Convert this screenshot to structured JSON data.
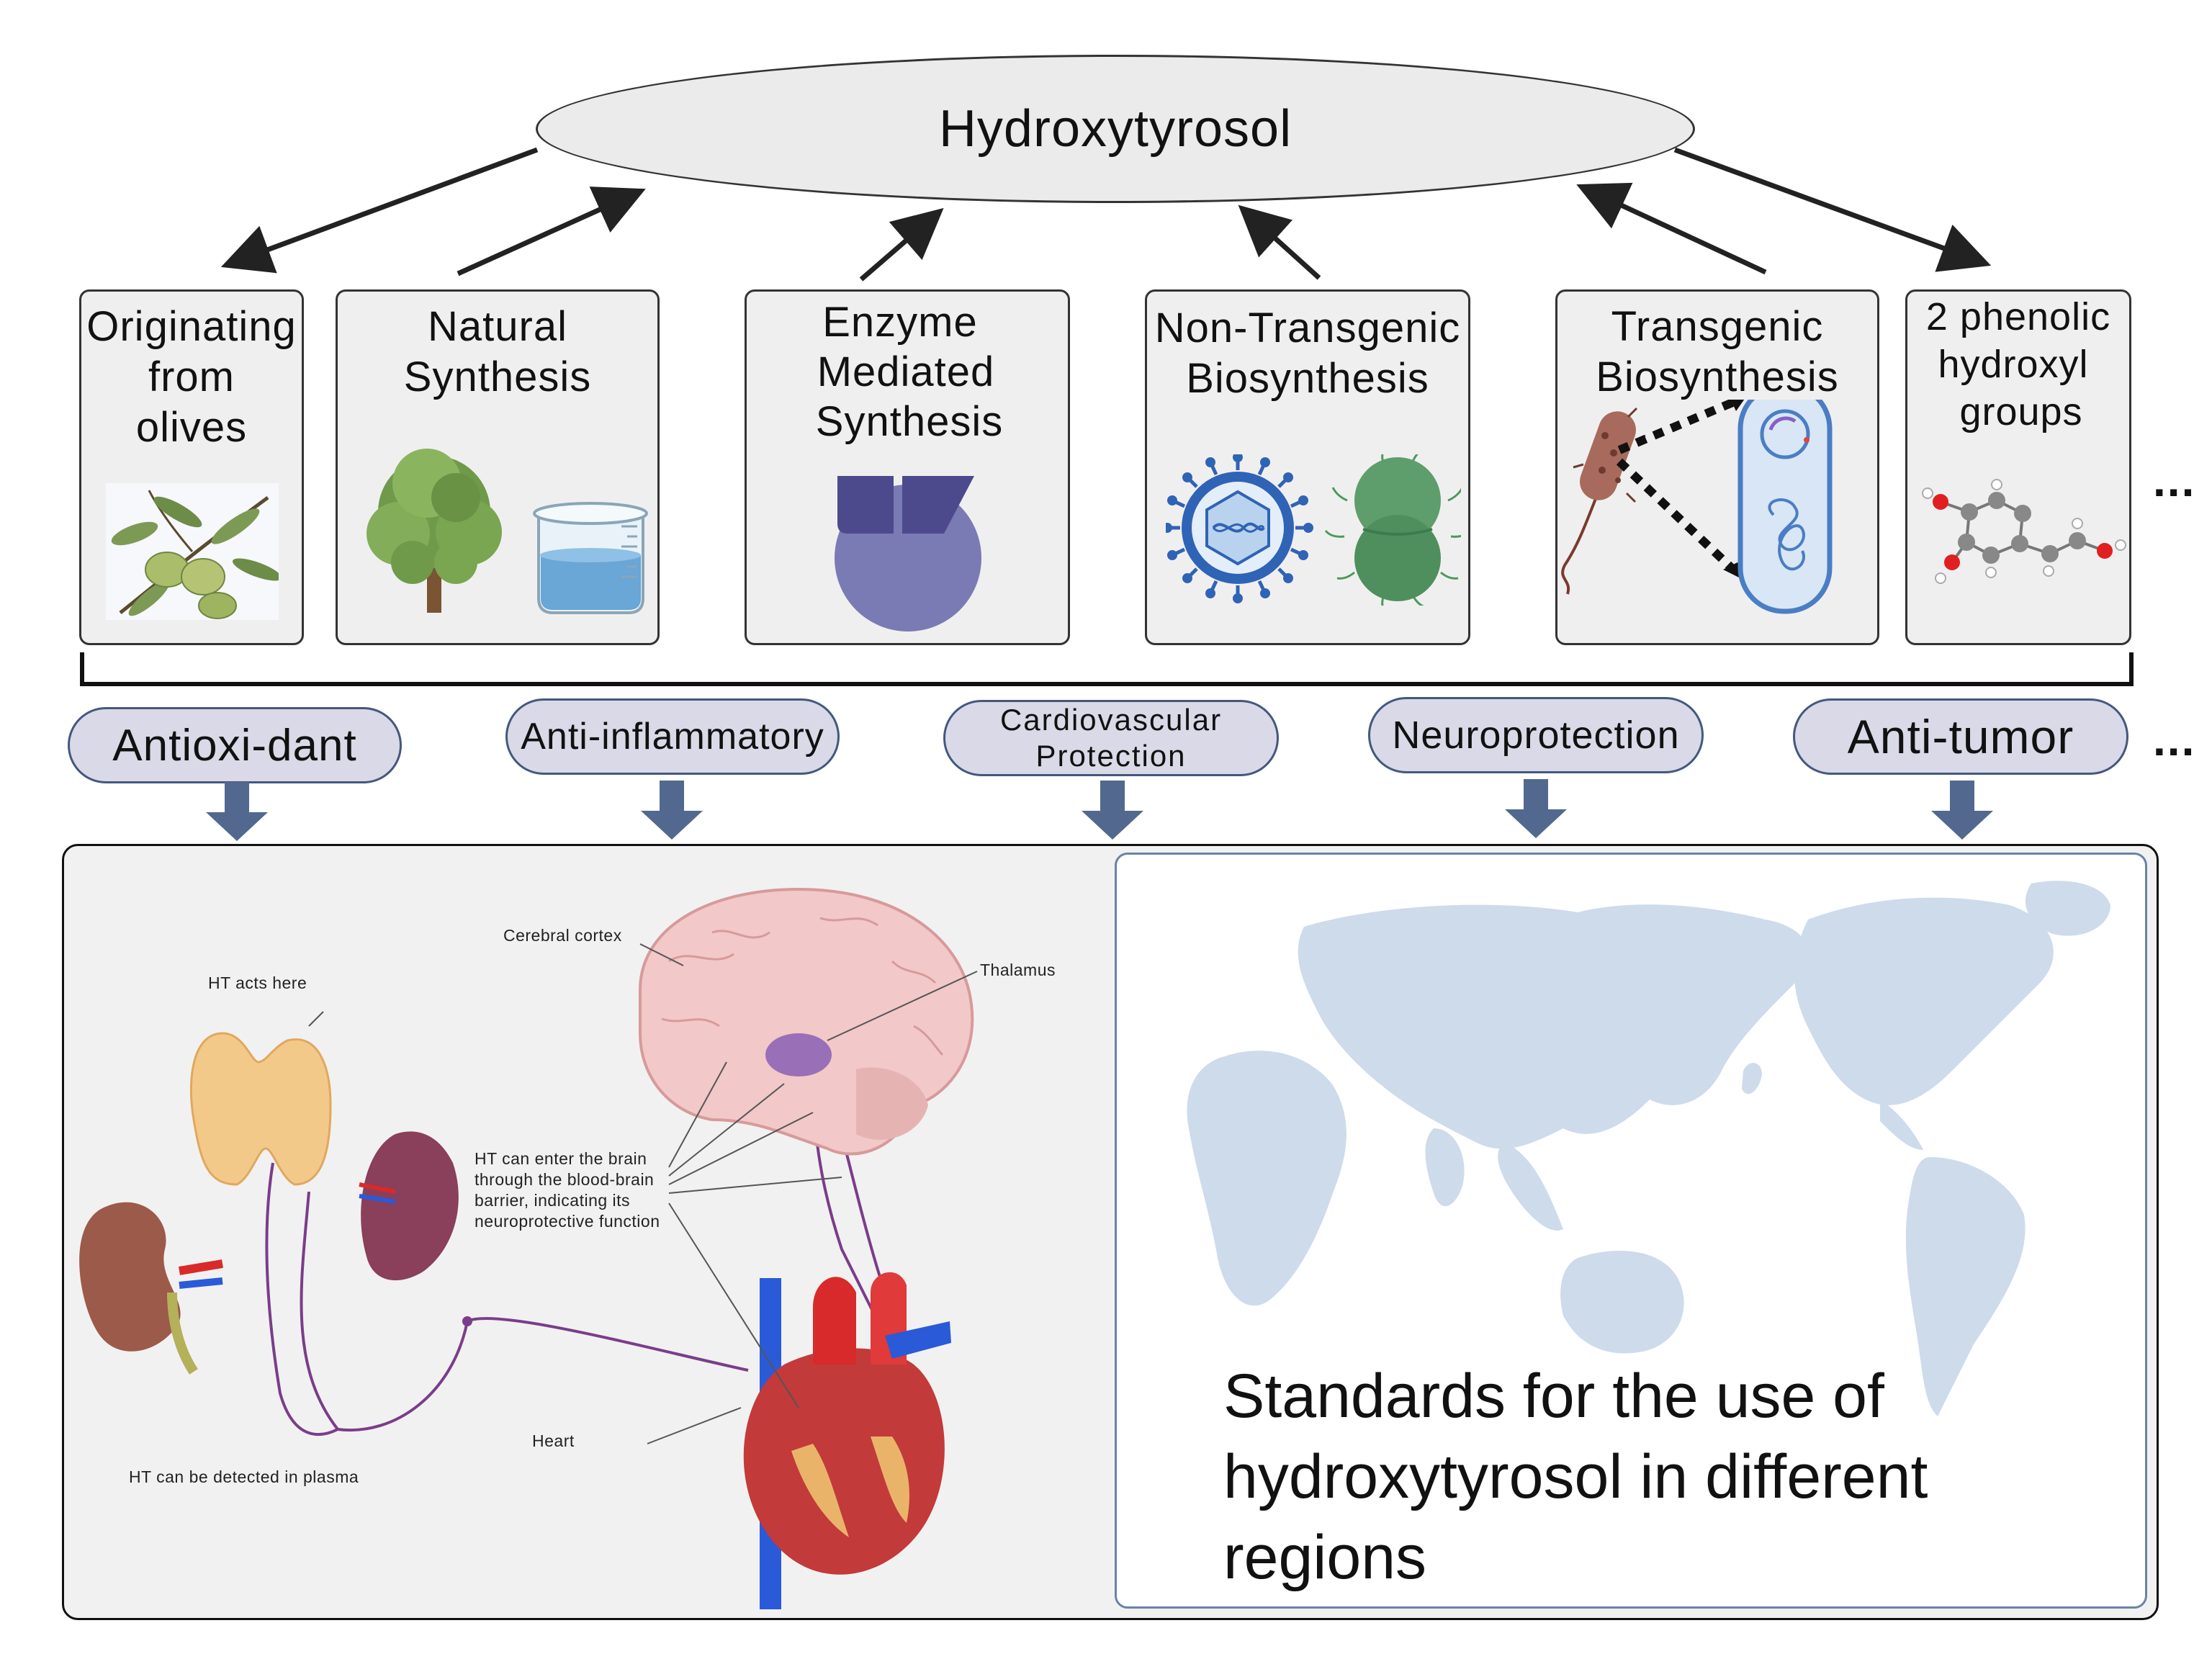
{
  "title": "Hydroxytyrosol",
  "sources": [
    {
      "label": "Originating from olives",
      "lines": [
        "Originating",
        "from",
        "olives"
      ]
    },
    {
      "label": "Natural Synthesis",
      "lines": [
        "Natural",
        "Synthesis"
      ]
    },
    {
      "label": "Enzyme Mediated Synthesis",
      "lines": [
        "Enzyme",
        "Mediated",
        "Synthesis"
      ]
    },
    {
      "label": "Non-Transgenic Biosynthesis",
      "lines": [
        "Non-Transgenic",
        "Biosynthesis"
      ]
    },
    {
      "label": "Transgenic Biosynthesis",
      "lines": [
        "Transgenic",
        "Biosynthesis"
      ]
    },
    {
      "label": "2 phenolic hydroxyl groups",
      "lines": [
        "2 phenolic",
        "hydroxyl",
        "groups"
      ]
    }
  ],
  "more_sources": "...",
  "effects": [
    {
      "label": "Antioxi-dant"
    },
    {
      "label": "Anti-inflammatory"
    },
    {
      "label": "Cardiovascular Protection",
      "lines": [
        "Cardiovascular",
        "Protection"
      ]
    },
    {
      "label": "Neuroprotection"
    },
    {
      "label": "Anti-tumor"
    }
  ],
  "more_effects": "...",
  "body_annotations": {
    "cerebral_cortex": "Cerebral cortex",
    "thalamus": "Thalamus",
    "ht_acts_here": "HT acts here",
    "brain_barrier": [
      "HT can enter the brain",
      "through the blood-brain",
      "barrier, indicating its",
      "neuroprotective function"
    ],
    "heart": "Heart",
    "plasma": "HT can be detected in plasma"
  },
  "map_caption": "Standards for the use of hydroxytyrosol in different regions",
  "colors": {
    "pill_fill": "#d9d9e8",
    "pill_border": "#44587e",
    "down_arrow": "#52688f",
    "map_land": "#cddbeb",
    "enzyme": "#7a7ab4",
    "enzyme_dark": "#4c4a8c"
  }
}
